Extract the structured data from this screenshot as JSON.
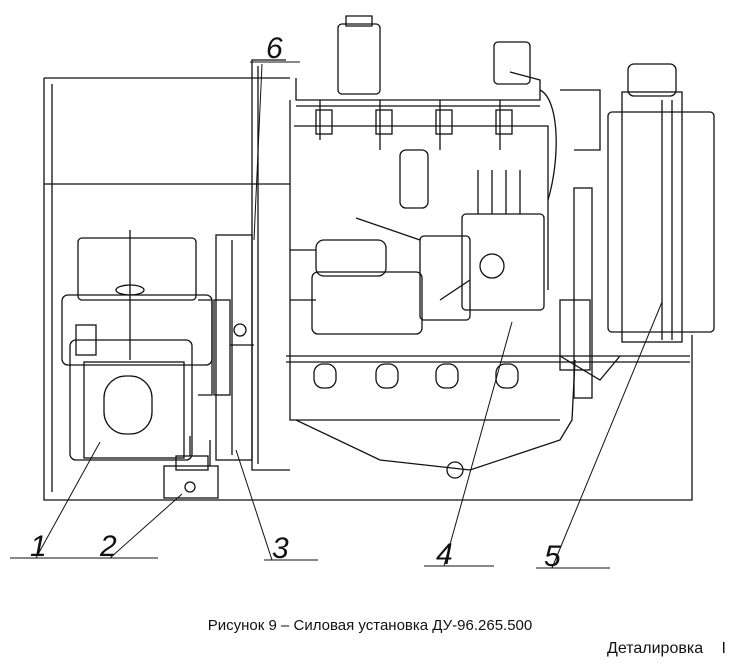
{
  "callouts": [
    "1",
    "2",
    "3",
    "4",
    "5",
    "6"
  ],
  "caption": "Рисунок 9 – Силовая установка ДУ-96.265.500",
  "footer": {
    "section": "Деталировка",
    "marker": "I"
  }
}
